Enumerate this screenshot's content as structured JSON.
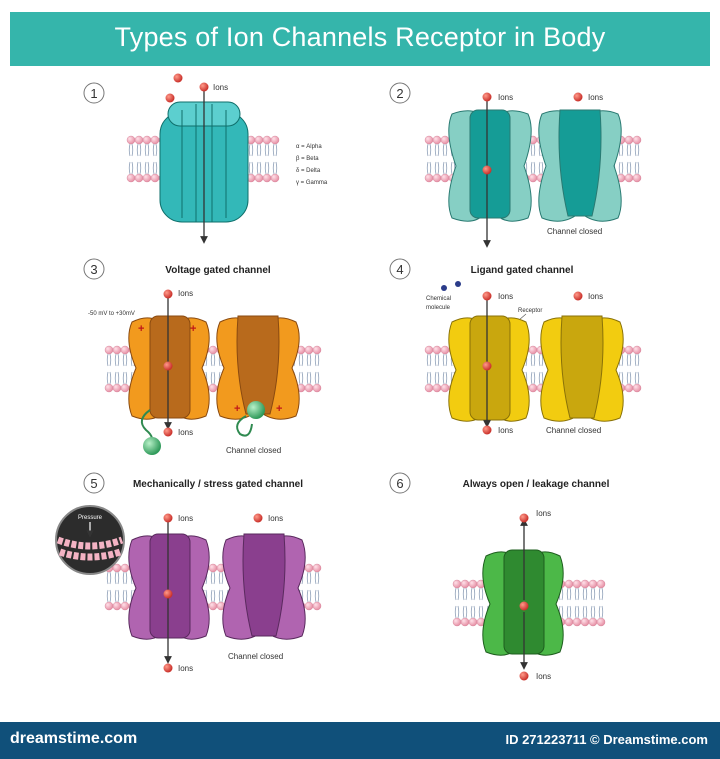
{
  "title": "Types of Ion Channels Receptor in Body",
  "footer": {
    "brand": "dreamstime.com",
    "id_text": "ID 271223711 © Dreamstime.com"
  },
  "colors": {
    "banner": "#35b5ab",
    "footer": "#10507a",
    "teal": "#33b8b8",
    "teal_dark": "#159c96",
    "mint": "#86cfc4",
    "orange": "#f29a1e",
    "brown": "#b86a1c",
    "yellow": "#f2cc10",
    "yellow_dark": "#c9a70e",
    "purple": "#b064b0",
    "purple_dark": "#8a3f8e",
    "green": "#4cb848",
    "green_dark": "#2f8a30",
    "lipid_head": "#f4b3c4",
    "ion": "#e04a3a"
  },
  "panels": [
    {
      "number": "1",
      "heading": "",
      "ion_label": "Ions",
      "legend": [
        "α = Alpha",
        "β = Beta",
        "δ = Delta",
        "γ = Gamma"
      ]
    },
    {
      "number": "2",
      "heading": "",
      "ion_labels": [
        "Ions",
        "Ions"
      ],
      "closed_label": "Channel closed"
    },
    {
      "number": "3",
      "heading": "Voltage gated channel",
      "voltage_label": "-50 mV to +30mV",
      "ion_label_top": "Ions",
      "ion_label_bottom": "Ions",
      "closed_label": "Channel closed"
    },
    {
      "number": "4",
      "heading": "Ligand gated channel",
      "chemical_label_1": "Chemical",
      "chemical_label_2": "molecule",
      "receptor_label": "Receptor",
      "ion_labels": [
        "Ions",
        "Ions"
      ],
      "ion_label_bottom": "Ions",
      "closed_label": "Channel closed"
    },
    {
      "number": "5",
      "heading": "Mechanically / stress gated channel",
      "pressure_label": "Pressure",
      "ion_labels": [
        "Ions",
        "Ions"
      ],
      "ion_label_bottom": "Ions",
      "closed_label": "Channel closed"
    },
    {
      "number": "6",
      "heading": "Always open / leakage channel",
      "ion_label_top": "Ions",
      "ion_label_bottom": "Ions"
    }
  ]
}
